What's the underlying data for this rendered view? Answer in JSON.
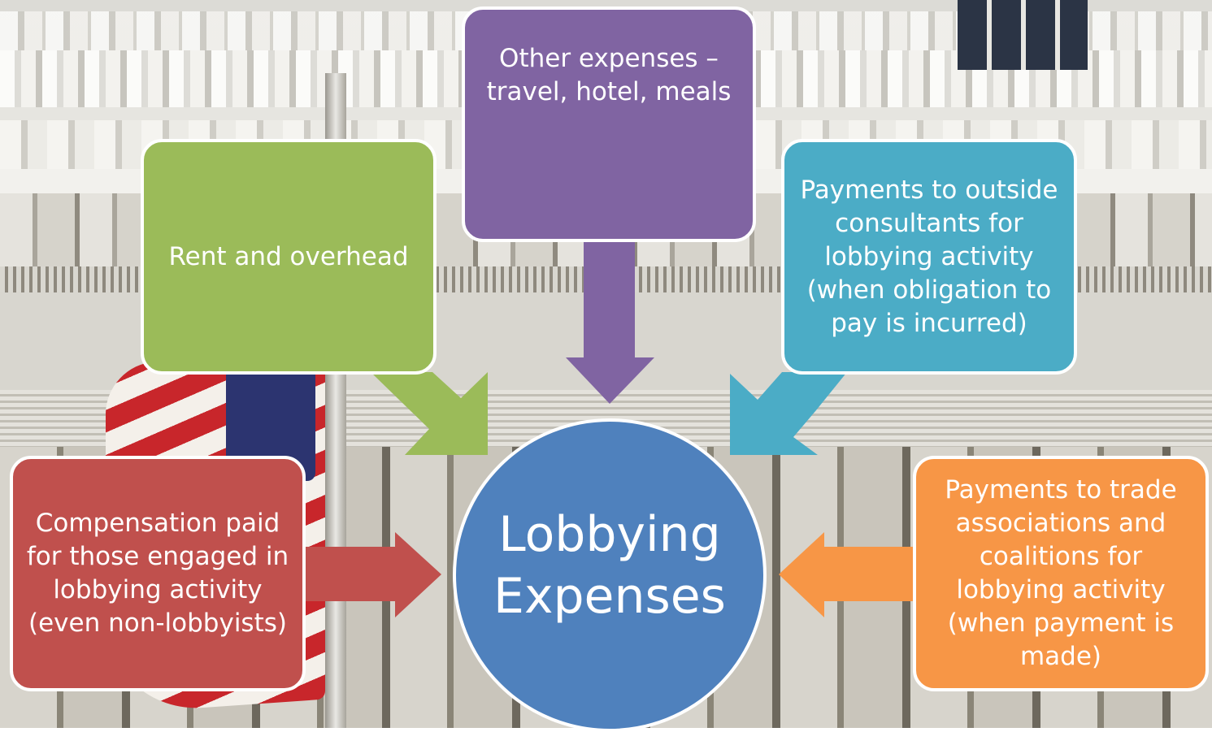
{
  "diagram": {
    "center": {
      "label": "Lobbying\nExpenses",
      "color": "#4f81bd"
    },
    "nodes": [
      {
        "id": "other-expenses",
        "label": "Other expenses –\ntravel, hotel, meals",
        "color": "#8064a2"
      },
      {
        "id": "rent",
        "label": "Rent and overhead",
        "color": "#9bbb59"
      },
      {
        "id": "outside-consultants",
        "label": "Payments to outside\nconsultants for\nlobbying activity\n(when obligation to\npay is incurred)",
        "color": "#4bacc6"
      },
      {
        "id": "compensation",
        "label": "Compensation paid\nfor those engaged in\nlobbying activity\n(even non-lobbyists)",
        "color": "#c0504d"
      },
      {
        "id": "trade-associations",
        "label": "Payments to trade\nassociations and\ncoalitions for\nlobbying activity\n(when payment is\nmade)",
        "color": "#f79646"
      }
    ]
  }
}
